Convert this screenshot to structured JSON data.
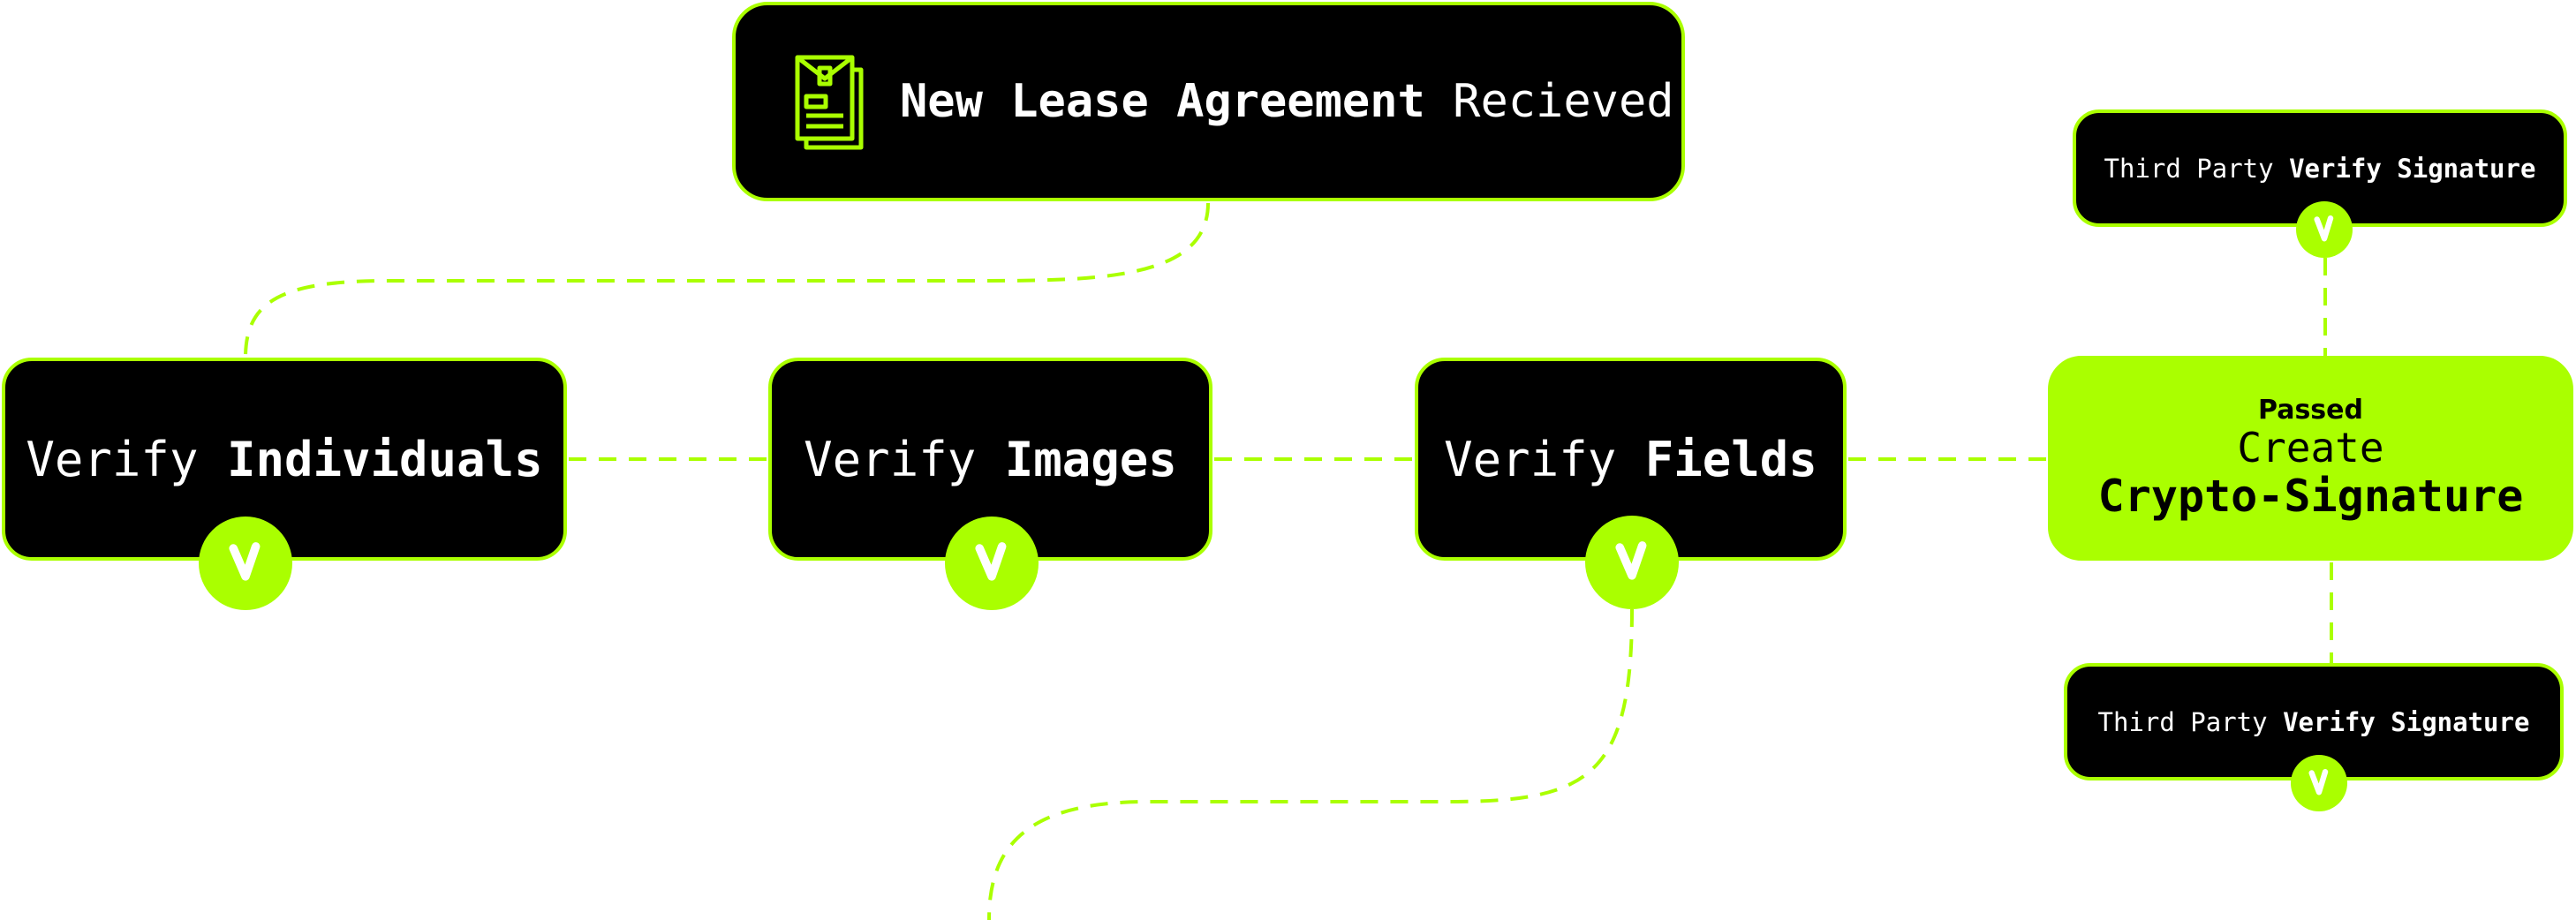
{
  "colors": {
    "accent": "#aaff00",
    "node_bg": "#000000",
    "text_light": "#ffffff",
    "text_dark": "#000000"
  },
  "nodes": {
    "lease": {
      "icon": "document-icon",
      "bold": "New Lease Agreement",
      "light": "Recieved"
    },
    "individuals": {
      "light": "Verify",
      "bold": "Individuals",
      "status_icon": "checkmark-icon"
    },
    "images": {
      "light": "Verify",
      "bold": "Images",
      "status_icon": "checkmark-icon"
    },
    "fields": {
      "light": "Verify",
      "bold": "Fields",
      "status_icon": "checkmark-icon"
    },
    "signature": {
      "status": "Passed",
      "light": "Create",
      "bold": "Crypto-Signature"
    },
    "third_party_top": {
      "light": "Third Party",
      "bold": "Verify Signature",
      "status_icon": "checkmark-icon"
    },
    "third_party_bottom": {
      "light": "Third Party",
      "bold": "Verify Signature",
      "status_icon": "checkmark-icon"
    }
  }
}
